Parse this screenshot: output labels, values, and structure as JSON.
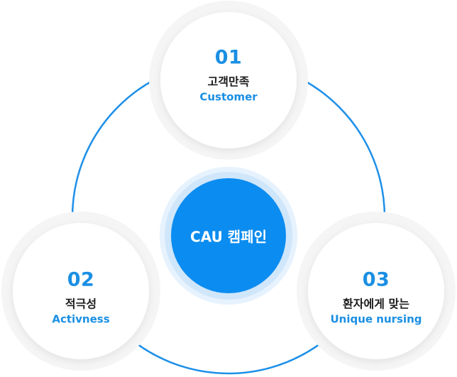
{
  "center": {
    "label": "CAU 캠페인"
  },
  "nodes": [
    {
      "number": "01",
      "title": "고객만족",
      "subtitle": "Customer"
    },
    {
      "number": "02",
      "title": "적극성",
      "subtitle": "Activness"
    },
    {
      "number": "03",
      "title": "환자에게 맞는",
      "subtitle": "Unique nursing"
    }
  ],
  "colors": {
    "accent": "#1a8fe3",
    "ring": "#1e90e8",
    "center_fill": "#0b8cf0",
    "center_halo": "#cfe6fb",
    "node_halo": "#f5f5f5",
    "node_fill": "#ffffff",
    "text_dark": "#1c1c1c"
  }
}
